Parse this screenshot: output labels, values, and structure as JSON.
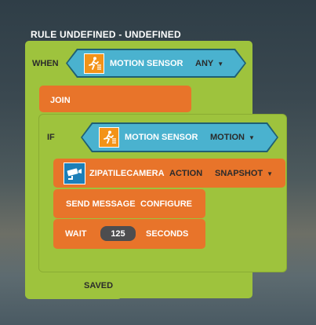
{
  "rule_title": "RULE UNDEFINED - UNDEFINED",
  "when": {
    "label": "WHEN",
    "device": "MOTION SENSOR",
    "value": "ANY",
    "icon": "motion-sensor-icon"
  },
  "join": {
    "label": "JOIN"
  },
  "if_block": {
    "label": "IF",
    "device": "MOTION SENSOR",
    "value": "MOTION",
    "icon": "motion-sensor-icon"
  },
  "actions": [
    {
      "device": "ZIPATILECAMERA",
      "keyword": "ACTION",
      "value": "SNAPSHOT",
      "icon": "camera-icon"
    },
    {
      "label": "SEND MESSAGE",
      "value": "CONFIGURE"
    },
    {
      "label": "WAIT",
      "number": "125",
      "unit": "SECONDS"
    }
  ],
  "status": "SAVED",
  "colors": {
    "green": "#9ec33d",
    "orange": "#e8742a",
    "blue": "#4ab2cf",
    "motion_icon_bg": "#f39318",
    "camera_icon_bg": "#1c7fb8"
  }
}
